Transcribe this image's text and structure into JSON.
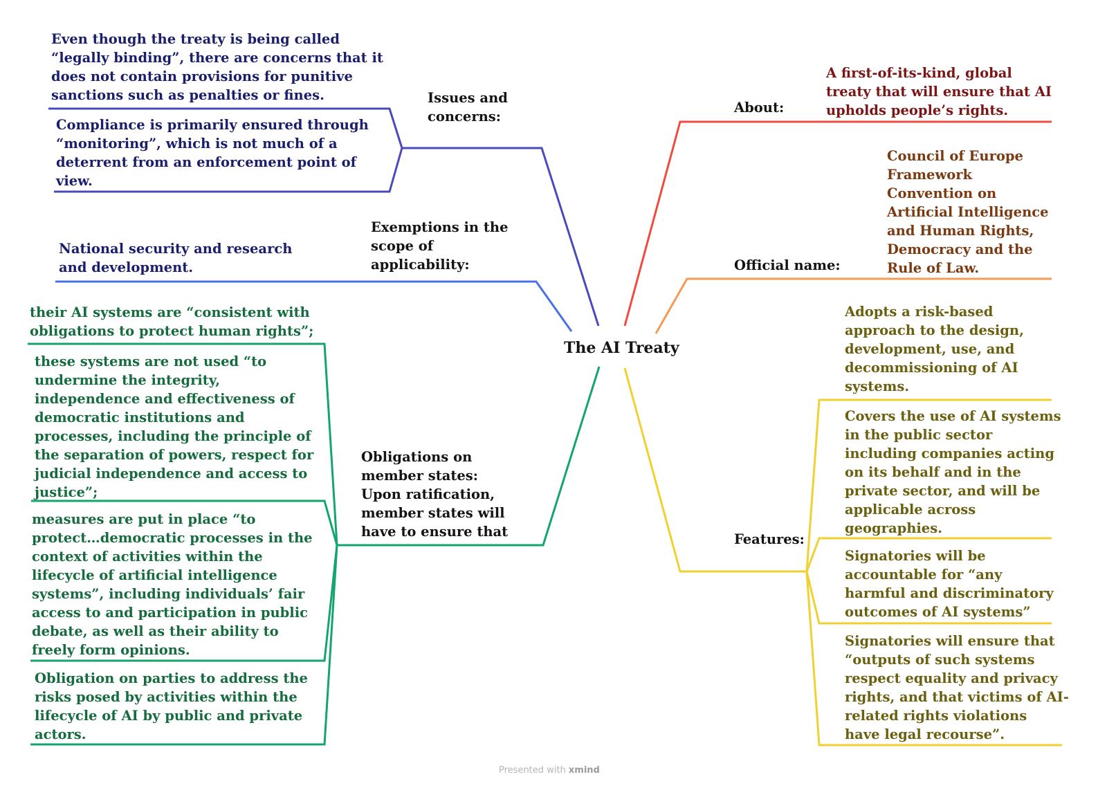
{
  "central_topic": "The AI Treaty",
  "colors": {
    "issues": "#4a49bd",
    "exemptions": "#4a6fe8",
    "obligations": "#14a56e",
    "about": "#ef4b3f",
    "official": "#f39b52",
    "features": "#efd131",
    "text_navy": "#1b1f6b",
    "text_green": "#166b3f",
    "text_darkred": "#7a1616",
    "text_brown": "#7a3b12",
    "text_olive": "#6b5f10"
  },
  "branches": {
    "issues": {
      "label": "Issues and\nconcerns:",
      "items": [
        "Even though the treaty is being called\n“legally binding”, there are concerns that it\ndoes not contain provisions for punitive\nsanctions such as penalties or fines.",
        "Compliance is primarily ensured through\n“monitoring”, which is not much of a\ndeterrent from an enforcement point of\nview."
      ]
    },
    "exemptions": {
      "label": "Exemptions in the\nscope of\napplicability:",
      "items": [
        "National security and research\nand development."
      ]
    },
    "obligations": {
      "label": "Obligations on\nmember states:\nUpon ratification,\nmember states will\nhave to ensure that",
      "items": [
        "their AI systems are “consistent with\nobligations to protect human rights”;",
        "these systems are not used “to\nundermine the integrity,\nindependence and effectiveness of\ndemocratic institutions and\nprocesses, including the principle of\nthe separation of powers, respect for\njudicial independence and access to\njustice”;",
        "measures are put in place “to\nprotect…democratic processes in the\ncontext of activities within the\nlifecycle of artificial intelligence\nsystems”, including individuals’ fair\naccess to and participation in public\ndebate, as well as their ability to\nfreely form opinions.",
        "Obligation on parties to address the\nrisks posed by activities within the\nlifecycle of AI by public and private\nactors."
      ]
    },
    "about": {
      "label": "About:",
      "items": [
        "A first-of-its-kind, global\ntreaty that will ensure that AI\nupholds people’s rights."
      ]
    },
    "official": {
      "label": "Official name:",
      "items": [
        "Council of Europe\nFramework\nConvention on\nArtificial Intelligence\nand Human Rights,\nDemocracy and the\nRule of Law."
      ]
    },
    "features": {
      "label": "Features:",
      "items": [
        "Adopts a risk-based\napproach to the design,\ndevelopment, use, and\ndecommissioning of AI\nsystems.",
        "Covers the use of AI systems\nin the public sector\nincluding companies acting\non its behalf and in the\nprivate sector, and will be\napplicable across\ngeographies.",
        "Signatories will be\naccountable for “any\nharmful and discriminatory\noutcomes of AI systems”",
        "Signatories will ensure that\n“outputs of such systems\nrespect equality and privacy\nrights, and that victims of AI-\nrelated rights violations\nhave legal recourse”."
      ]
    }
  },
  "footer": {
    "prefix": "Presented with",
    "brand": "xmind"
  }
}
